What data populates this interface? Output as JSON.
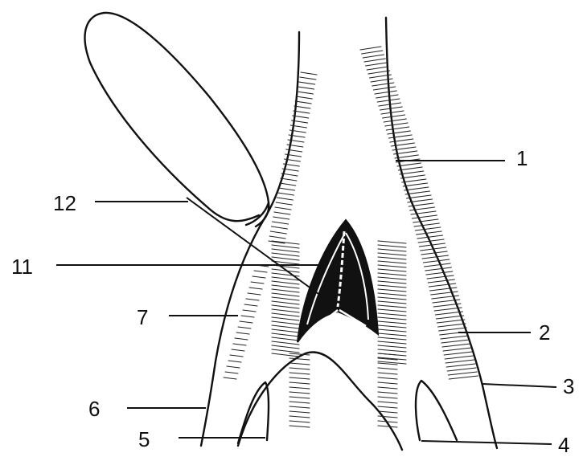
{
  "figure": {
    "labels": [
      {
        "id": "label-1",
        "text": "1"
      },
      {
        "id": "label-2",
        "text": "2"
      },
      {
        "id": "label-3",
        "text": "3"
      },
      {
        "id": "label-4",
        "text": "4"
      },
      {
        "id": "label-5",
        "text": "5"
      },
      {
        "id": "label-6",
        "text": "6"
      },
      {
        "id": "label-7",
        "text": "7"
      },
      {
        "id": "label-11",
        "text": "11"
      },
      {
        "id": "label-12",
        "text": "12"
      }
    ]
  }
}
